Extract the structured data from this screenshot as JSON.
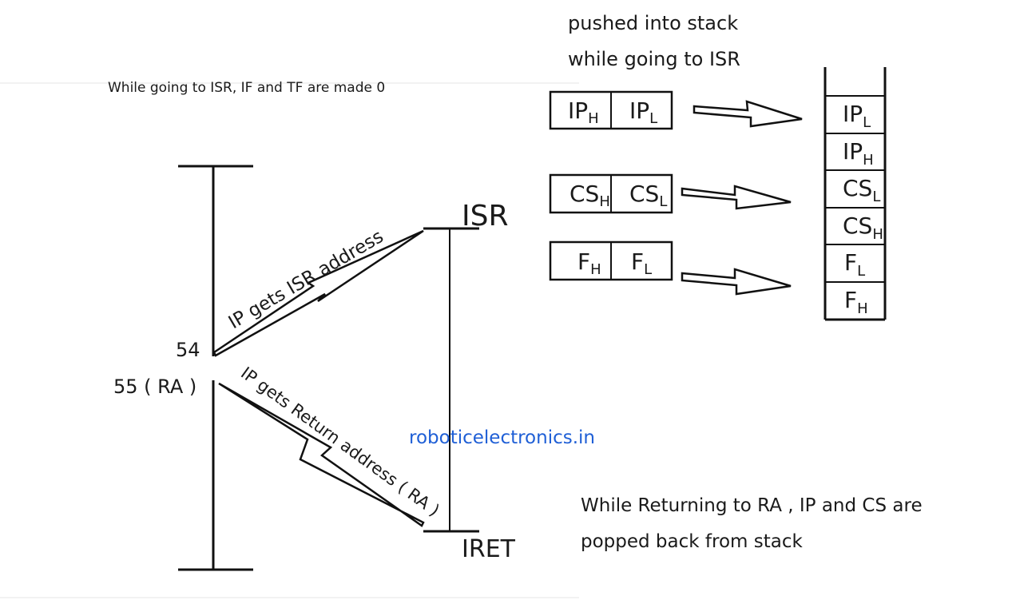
{
  "notes": {
    "isr_flags": "While going to ISR, IF and TF are made 0",
    "pushed_line1": "pushed into stack",
    "pushed_line2": "while going to ISR",
    "return_line1": "While Returning to RA , IP and CS are",
    "return_line2": "popped back from stack",
    "watermark": "roboticelectronics.in"
  },
  "timeline": {
    "addr_54": "54",
    "addr_55": "55 ( RA )",
    "isr_label": "ISR",
    "iret_label": "IRET",
    "arrow_up_label": "IP gets ISR address",
    "arrow_down_label": "IP gets Return address ( RA )"
  },
  "registers": [
    {
      "high": {
        "base": "IP",
        "sub": "H"
      },
      "low": {
        "base": "IP",
        "sub": "L"
      }
    },
    {
      "high": {
        "base": "CS",
        "sub": "H"
      },
      "low": {
        "base": "CS",
        "sub": "L"
      }
    },
    {
      "high": {
        "base": "F",
        "sub": "H"
      },
      "low": {
        "base": "F",
        "sub": "L"
      }
    }
  ],
  "stack": [
    {
      "base": "IP",
      "sub": "L"
    },
    {
      "base": "IP",
      "sub": "H"
    },
    {
      "base": "CS",
      "sub": "L"
    },
    {
      "base": "CS",
      "sub": "H"
    },
    {
      "base": "F",
      "sub": "L"
    },
    {
      "base": "F",
      "sub": "H"
    }
  ],
  "colors": {
    "ink": "#111111",
    "watermark": "#1f5fd6"
  }
}
